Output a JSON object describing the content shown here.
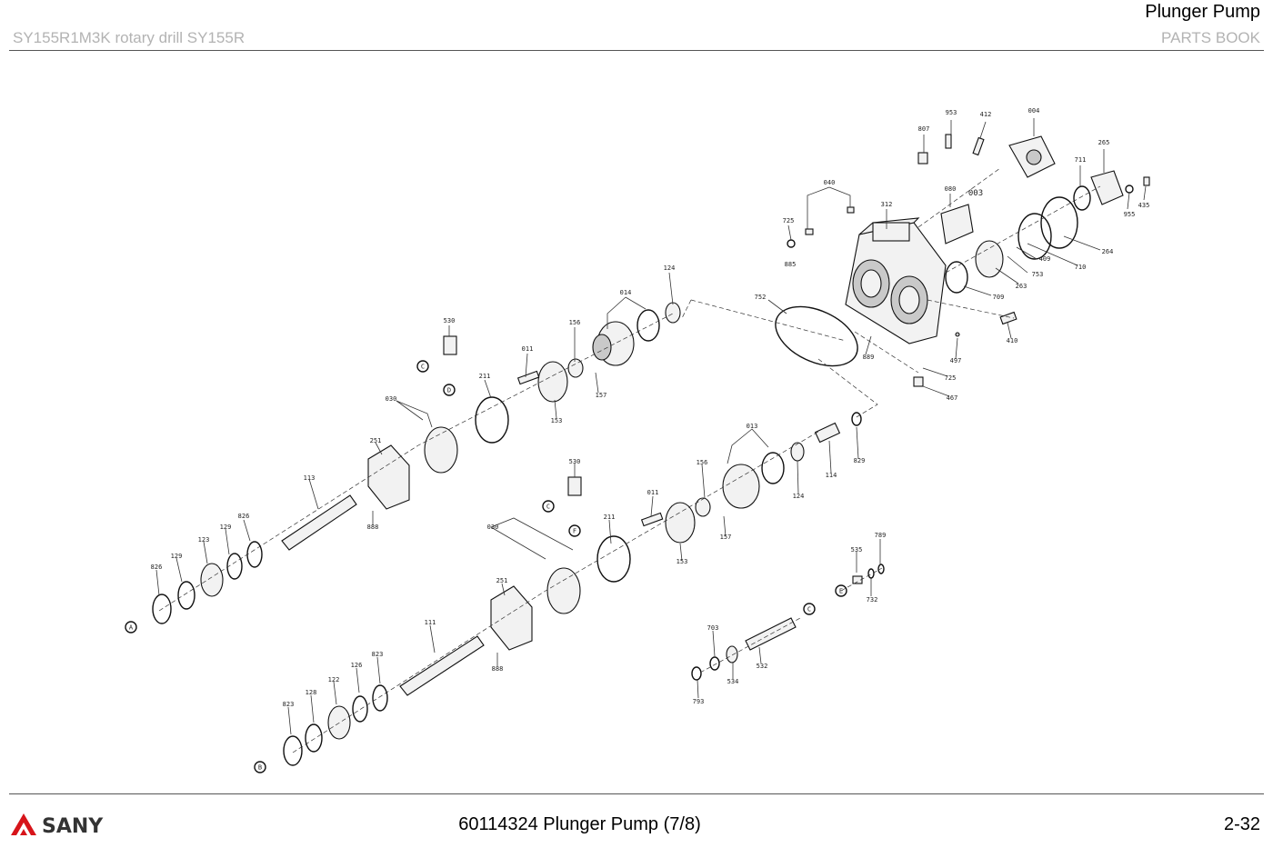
{
  "header": {
    "section_title": "Plunger Pump",
    "model": "SY155R1M3K rotary  drill  SY155R",
    "book": "PARTS BOOK"
  },
  "footer": {
    "brand": "SANY",
    "title": "60114324 Plunger Pump (7/8)",
    "page": "2-32"
  },
  "callouts": {
    "c953": "953",
    "c412": "412",
    "c004": "004",
    "c807": "807",
    "c265": "265",
    "c711": "711",
    "c040": "040",
    "c080": "080",
    "c003": "003",
    "c312": "312",
    "c725a": "725",
    "c435": "435",
    "c955": "955",
    "c264": "264",
    "c885": "885",
    "c409": "409",
    "c753": "753",
    "c710": "710",
    "c263": "263",
    "c124a": "124",
    "c014": "014",
    "c752": "752",
    "c709": "709",
    "c530a": "530",
    "c156a": "156",
    "c410": "410",
    "c011a": "011",
    "c889": "889",
    "c497": "497",
    "c211a": "211",
    "c157a": "157",
    "c725b": "725",
    "c030a": "030",
    "c153a": "153",
    "c467": "467",
    "c013": "013",
    "c251a": "251",
    "c829": "829",
    "c113": "113",
    "c156b": "156",
    "c124b": "124",
    "c114": "114",
    "c530b": "530",
    "c011b": "011",
    "c826a": "826",
    "c888a": "888",
    "c129a": "129",
    "c123": "123",
    "c211b": "211",
    "c157b": "157",
    "c129b": "129",
    "c030b": "030",
    "c153b": "153",
    "c826b": "826",
    "c789": "789",
    "c535": "535",
    "c251b": "251",
    "c732": "732",
    "c111": "111",
    "c703": "703",
    "c823a": "823",
    "c888b": "888",
    "c126": "126",
    "c122": "122",
    "c534": "534",
    "c532": "532",
    "c128": "128",
    "c823b": "823",
    "c793": "793"
  },
  "markers": {
    "A": "A",
    "B": "B",
    "C1": "C",
    "C2": "C",
    "C3": "C",
    "D": "D",
    "E": "E",
    "F": "F"
  }
}
